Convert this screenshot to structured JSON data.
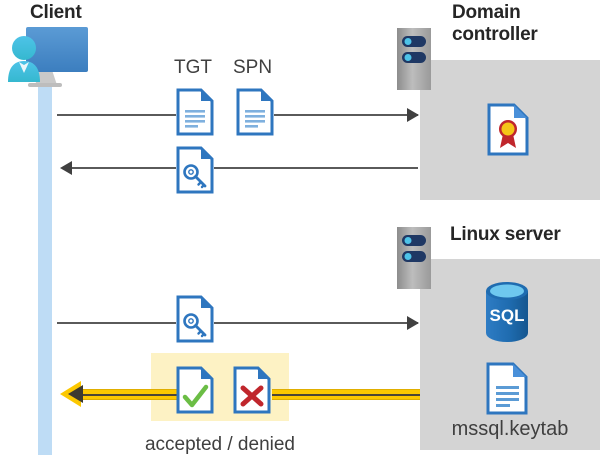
{
  "diagram": {
    "title_client": "Client",
    "title_domain_controller": "Domain controller",
    "title_linux_server": "Linux server",
    "label_tgt": "TGT",
    "label_spn": "SPN",
    "label_keytab_file": "mssql.keytab",
    "label_accepted_denied": "accepted / denied",
    "icons": {
      "client": "client-computer-user-icon",
      "server_rack": "server-rack-icon",
      "document_tgt": "document-icon",
      "document_spn": "document-icon",
      "document_key": "document-key-icon",
      "document_certificate": "document-certificate-icon",
      "document_accepted": "document-check-icon",
      "document_denied": "document-cross-icon",
      "document_keytab": "document-icon",
      "database": "sql-database-icon"
    },
    "colors": {
      "panel_gray": "#d4d4d4",
      "lifeline_blue": "#bedcf5",
      "highlight_yellow": "#fdf2c4",
      "arrow_yellow": "#fcc800",
      "doc_blue": "#2e76bf",
      "check_green": "#6bbd45",
      "cross_red": "#c0262c",
      "sql_blue": "#1f6cb0",
      "cert_red": "#c0262c",
      "cert_gold": "#f5c518",
      "line_gray": "#5a5a5a",
      "title_text": "#262626",
      "body_text": "#3f3f3f"
    }
  }
}
